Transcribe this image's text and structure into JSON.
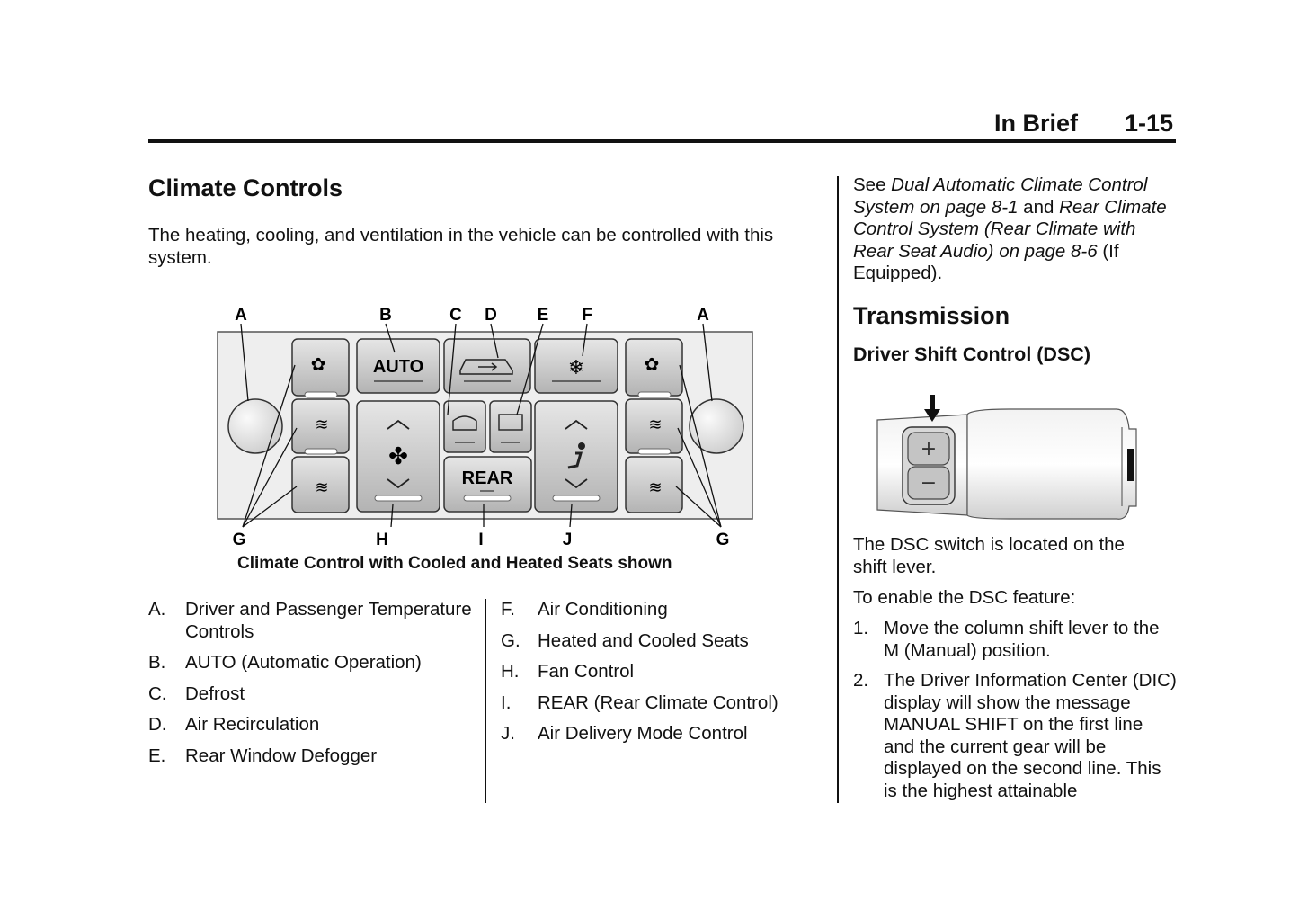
{
  "header": {
    "section": "In Brief",
    "page_number": "1-15"
  },
  "climate": {
    "title": "Climate Controls",
    "intro": "The heating, cooling, and ventilation in the vehicle can be controlled with this system.",
    "figure": {
      "callouts_top": [
        "A",
        "B",
        "C",
        "D",
        "E",
        "F",
        "A"
      ],
      "callouts_bottom": [
        "G",
        "H",
        "I",
        "J",
        "G"
      ],
      "button_auto": "AUTO",
      "button_rear": "REAR",
      "caption": "Climate Control with Cooled and Heated Seats shown"
    },
    "legend": [
      {
        "letter": "A.",
        "text": "Driver and Passenger Temperature Controls"
      },
      {
        "letter": "B.",
        "text": "AUTO (Automatic Operation)"
      },
      {
        "letter": "C.",
        "text": "Defrost"
      },
      {
        "letter": "D.",
        "text": "Air Recirculation"
      },
      {
        "letter": "E.",
        "text": "Rear Window Defogger"
      },
      {
        "letter": "F.",
        "text": "Air Conditioning"
      },
      {
        "letter": "G.",
        "text": "Heated and Cooled Seats"
      },
      {
        "letter": "H.",
        "text": "Fan Control"
      },
      {
        "letter": "I.",
        "text": "REAR (Rear Climate Control)"
      },
      {
        "letter": "J.",
        "text": "Air Delivery Mode Control"
      }
    ]
  },
  "see_also": {
    "see": "See ",
    "ref1": "Dual Automatic Climate Control System on page 8-1",
    "and": " and ",
    "ref2": "Rear Climate Control System (Rear Climate with Rear Seat Audio) on page 8-6",
    "suffix": " (If Equipped)."
  },
  "transmission": {
    "title": "Transmission",
    "subtitle": "Driver Shift Control (DSC)",
    "location_text": "The DSC switch is located on the shift lever.",
    "enable_text": "To enable the DSC feature:",
    "steps": [
      {
        "num": "1.",
        "text": "Move the column shift lever to the M (Manual) position."
      },
      {
        "num": "2.",
        "text": "The Driver Information Center (DIC) display will show the message MANUAL SHIFT on the first line and the current gear will be displayed on the second line. This is the highest attainable"
      }
    ],
    "figure": {
      "plus": "+",
      "minus": "−"
    }
  }
}
